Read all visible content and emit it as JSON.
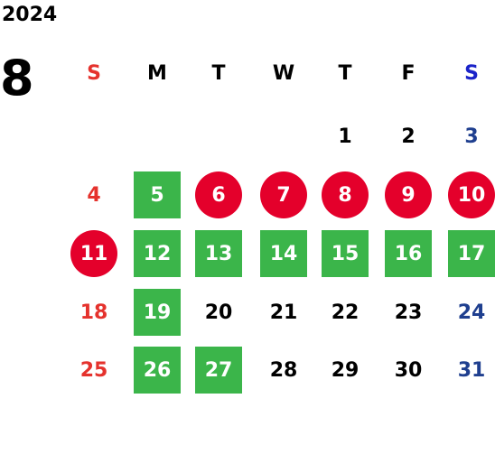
{
  "year": "2024",
  "month": "8",
  "colors": {
    "sunday": "#e5322d",
    "saturday": "#1f3f8f",
    "saturday_header": "#1a23c9",
    "weekday": "#000000",
    "green_fill": "#3bb54a",
    "red_fill": "#e4002b"
  },
  "weekdays": [
    "S",
    "M",
    "T",
    "W",
    "T",
    "F",
    "S"
  ],
  "days": [
    {
      "n": "1",
      "row": 0,
      "col": 4,
      "style": "plain"
    },
    {
      "n": "2",
      "row": 0,
      "col": 5,
      "style": "plain"
    },
    {
      "n": "3",
      "row": 0,
      "col": 6,
      "style": "plain"
    },
    {
      "n": "4",
      "row": 1,
      "col": 0,
      "style": "plain"
    },
    {
      "n": "5",
      "row": 1,
      "col": 1,
      "style": "green"
    },
    {
      "n": "6",
      "row": 1,
      "col": 2,
      "style": "red"
    },
    {
      "n": "7",
      "row": 1,
      "col": 3,
      "style": "red"
    },
    {
      "n": "8",
      "row": 1,
      "col": 4,
      "style": "red"
    },
    {
      "n": "9",
      "row": 1,
      "col": 5,
      "style": "red"
    },
    {
      "n": "10",
      "row": 1,
      "col": 6,
      "style": "red"
    },
    {
      "n": "11",
      "row": 2,
      "col": 0,
      "style": "red"
    },
    {
      "n": "12",
      "row": 2,
      "col": 1,
      "style": "green"
    },
    {
      "n": "13",
      "row": 2,
      "col": 2,
      "style": "green"
    },
    {
      "n": "14",
      "row": 2,
      "col": 3,
      "style": "green"
    },
    {
      "n": "15",
      "row": 2,
      "col": 4,
      "style": "green"
    },
    {
      "n": "16",
      "row": 2,
      "col": 5,
      "style": "green"
    },
    {
      "n": "17",
      "row": 2,
      "col": 6,
      "style": "green"
    },
    {
      "n": "18",
      "row": 3,
      "col": 0,
      "style": "plain"
    },
    {
      "n": "19",
      "row": 3,
      "col": 1,
      "style": "green"
    },
    {
      "n": "20",
      "row": 3,
      "col": 2,
      "style": "plain"
    },
    {
      "n": "21",
      "row": 3,
      "col": 3,
      "style": "plain"
    },
    {
      "n": "22",
      "row": 3,
      "col": 4,
      "style": "plain"
    },
    {
      "n": "23",
      "row": 3,
      "col": 5,
      "style": "plain"
    },
    {
      "n": "24",
      "row": 3,
      "col": 6,
      "style": "plain"
    },
    {
      "n": "25",
      "row": 4,
      "col": 0,
      "style": "plain"
    },
    {
      "n": "26",
      "row": 4,
      "col": 1,
      "style": "green"
    },
    {
      "n": "27",
      "row": 4,
      "col": 2,
      "style": "green"
    },
    {
      "n": "28",
      "row": 4,
      "col": 3,
      "style": "plain"
    },
    {
      "n": "29",
      "row": 4,
      "col": 4,
      "style": "plain"
    },
    {
      "n": "30",
      "row": 4,
      "col": 5,
      "style": "plain"
    },
    {
      "n": "31",
      "row": 4,
      "col": 6,
      "style": "plain"
    }
  ]
}
